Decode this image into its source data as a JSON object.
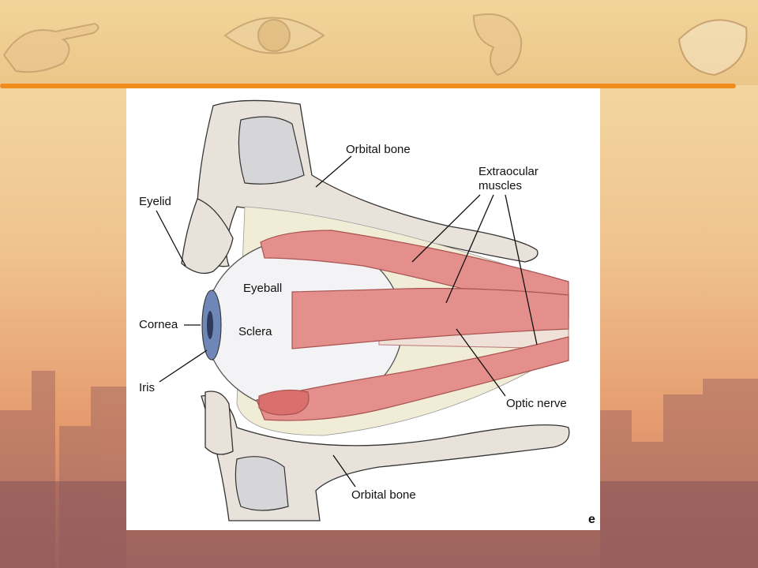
{
  "labels": {
    "orbital_bone_top": "Orbital bone",
    "extraocular_line1": "Extraocular",
    "extraocular_line2": "muscles",
    "eyelid": "Eyelid",
    "eyeball": "Eyeball",
    "cornea": "Cornea",
    "sclera": "Sclera",
    "iris": "Iris",
    "optic_nerve": "Optic nerve",
    "orbital_bone_bottom": "Orbital bone"
  },
  "corner_mark": "e",
  "colors": {
    "muscle": "#e58f8c",
    "muscle_dark": "#c8605d",
    "bone": "#e8e0d8",
    "bone_inner": "#d9d9d9",
    "fat": "#f1ecd6",
    "sclera": "#f3f3f5",
    "iris": "#6f86b8",
    "nerve": "#efe0d8",
    "banner_orange": "#f08c1c"
  },
  "icons": [
    "pointing-hand-icon",
    "eye-icon",
    "ear-icon",
    "mouth-icon"
  ]
}
